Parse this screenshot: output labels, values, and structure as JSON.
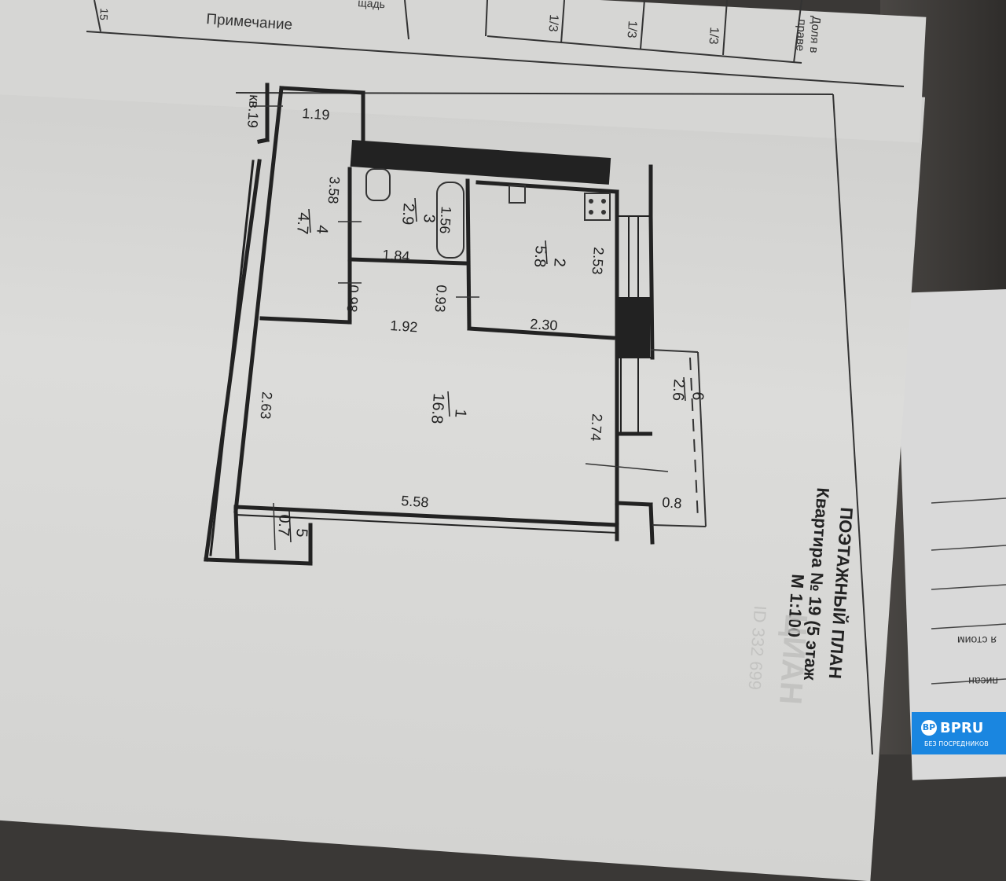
{
  "table": {
    "header_note": "Примечание",
    "header_col": "15",
    "header_cut": "щадь",
    "shares": [
      "1/3",
      "1/3",
      "1/3"
    ],
    "share_label_1": "Доля в",
    "share_label_2": "праве"
  },
  "title": {
    "line1": "ПОЭТАЖНЫЙ ПЛАН",
    "line2": "Квартира № 19 (5 этаж",
    "line3": "М 1:100"
  },
  "plan": {
    "neighbor": "кв.19",
    "dims": {
      "d119": "1.19",
      "d358": "3.58",
      "d156": "1.56",
      "d184": "1.84",
      "d098": "0.98",
      "d093": "0.93",
      "d192": "1.92",
      "d253": "2.53",
      "d230": "2.30",
      "d263": "2.63",
      "d274": "2.74",
      "d558": "5.58",
      "d08": "0.8"
    },
    "rooms": [
      {
        "num": "1",
        "area": "16.8"
      },
      {
        "num": "2",
        "area": "5.8"
      },
      {
        "num": "3",
        "area": "2.9"
      },
      {
        "num": "4",
        "area": "4.7"
      },
      {
        "num": "5",
        "area": "0.7"
      },
      {
        "num": "6",
        "area": "2.6"
      }
    ]
  },
  "watermark": {
    "brand": "ЦИАН",
    "id": "ID 332 699"
  },
  "side": {
    "text": "я стоим",
    "text2": "писан"
  },
  "logo": {
    "name": "BPRU",
    "sub": "БЕЗ ПОСРЕДНИКОВ",
    "ico": "BP"
  }
}
